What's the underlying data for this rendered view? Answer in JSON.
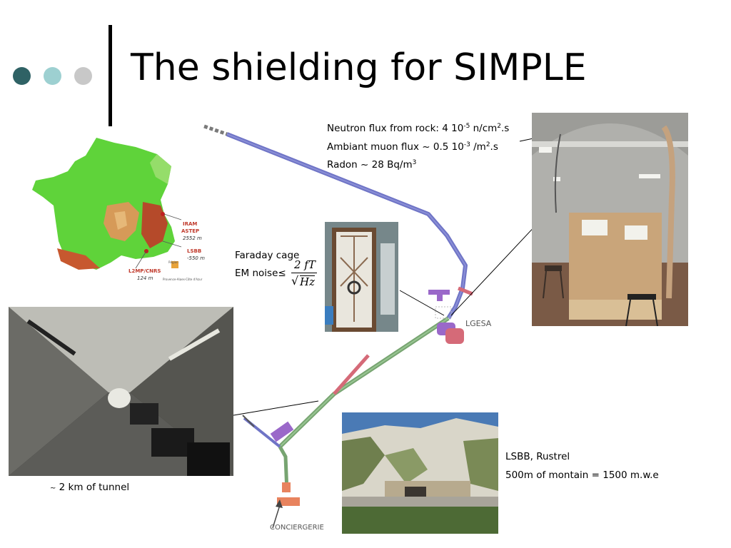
{
  "slide": {
    "title": "The shielding for SIMPLE"
  },
  "map": {
    "labels": {
      "iram": "IRAM",
      "astep": "ASTEP",
      "astep_depth": "2552 m",
      "lsbb": "LSBB",
      "lsbb_depth": "-550 m",
      "l2mp": "L2MP/CNRS",
      "l2mp_depth": "124 m",
      "region": "Région",
      "region_name": "Provence-Alpes-Côte d'Azur"
    }
  },
  "flux": {
    "neutron_prefix": "Neutron flux from rock: 4 10",
    "neutron_exp": "-5",
    "neutron_unit": " n/cm",
    "neutron_unit_exp": "2",
    "neutron_suffix": ".s",
    "muon_prefix": "Ambiant muon flux ~ 0.5 10",
    "muon_exp": "-3",
    "muon_unit": " /m",
    "muon_unit_exp": "2",
    "muon_suffix": ".s",
    "radon_prefix": "Radon ~ 28 Bq/m",
    "radon_exp": "3"
  },
  "faraday": {
    "label": "Faraday cage",
    "em_label": "EM noise",
    "leq": "≤",
    "numerator": "2 fT",
    "sqrt": "√",
    "denominator": "Hz"
  },
  "tunnel": {
    "caption_tilde": "~",
    "caption": " 2 km of tunnel"
  },
  "plan": {
    "lgesa": "LGESA",
    "conciergerie": "CONCIERGERIE"
  },
  "site": {
    "name": "LSBB, Rustrel",
    "depth": "500m of montain = 1500 m.w.e"
  },
  "colors": {
    "dot1": "#2f6265",
    "dot2": "#9dd0d1",
    "dot3": "#c8c8c8",
    "tunnel_blue": "#6f74c6",
    "tunnel_green": "#77a471",
    "room_red": "#d56a78",
    "room_purple": "#9a68c9",
    "room_orange": "#e8835e"
  }
}
